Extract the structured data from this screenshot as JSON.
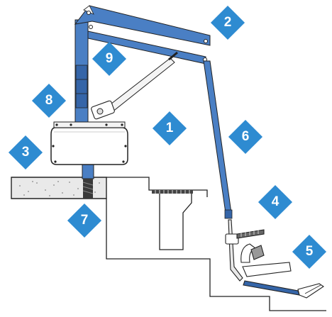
{
  "colors": {
    "badge": "#2e8bd1",
    "lift_frame": "#4a7fc4",
    "lift_frame_dark": "#3565a8",
    "outline": "#222222",
    "concrete": "#e9e9e9",
    "anchor": "#3a3a3a"
  },
  "callouts": [
    {
      "id": "callout-1",
      "label": "1"
    },
    {
      "id": "callout-2",
      "label": "2"
    },
    {
      "id": "callout-3",
      "label": "3"
    },
    {
      "id": "callout-4",
      "label": "4"
    },
    {
      "id": "callout-5",
      "label": "5"
    },
    {
      "id": "callout-6",
      "label": "6"
    },
    {
      "id": "callout-7",
      "label": "7"
    },
    {
      "id": "callout-8",
      "label": "8"
    },
    {
      "id": "callout-9",
      "label": "9"
    }
  ]
}
